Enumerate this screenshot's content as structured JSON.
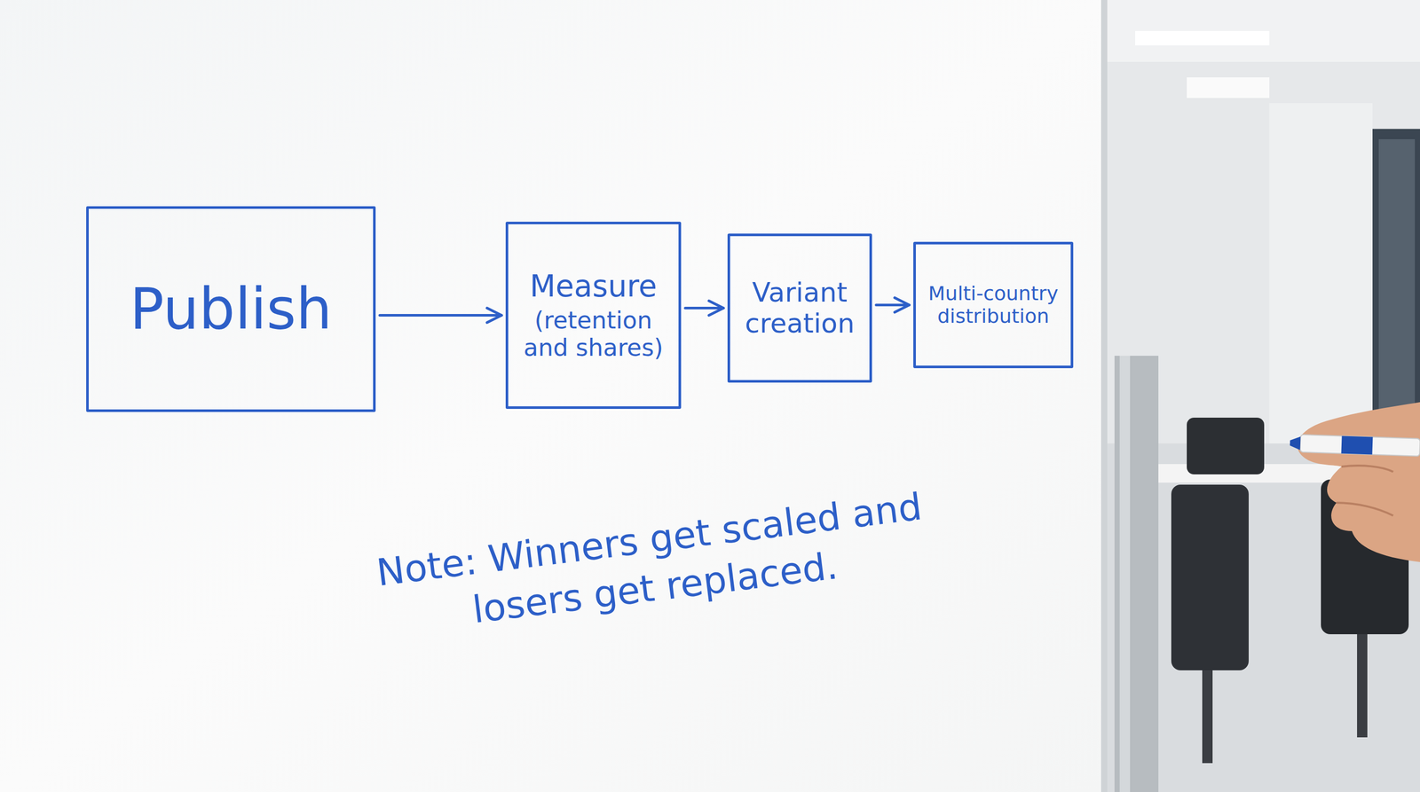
{
  "diagram": {
    "nodes": [
      {
        "text": [
          "Publish"
        ]
      },
      {
        "text": [
          "Measure",
          "(retention and shares)"
        ]
      },
      {
        "text": [
          "Variant creation"
        ]
      },
      {
        "text": [
          "Multi-country distribution"
        ]
      }
    ],
    "edges": [
      {
        "from": 0,
        "to": 1,
        "arrow": "to"
      },
      {
        "from": 1,
        "to": 2,
        "arrow": "to"
      },
      {
        "from": 2,
        "to": 3,
        "arrow": "to"
      }
    ],
    "labels": [
      "Note: Winners get scaled and losers get replaced."
    ]
  }
}
